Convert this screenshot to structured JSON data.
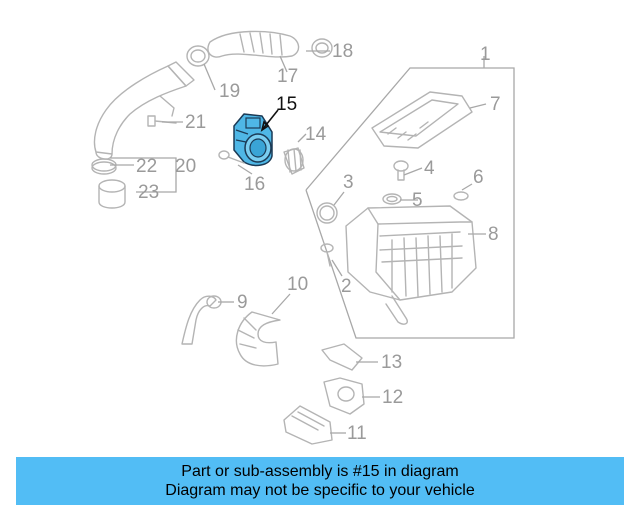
{
  "diagram": {
    "highlight_color": "#4fb7e6",
    "callouts": {
      "c1": "1",
      "c2": "2",
      "c3": "3",
      "c4": "4",
      "c5": "5",
      "c6": "6",
      "c7": "7",
      "c8": "8",
      "c9": "9",
      "c10": "10",
      "c11": "11",
      "c12": "12",
      "c13": "13",
      "c14": "14",
      "c15": "15",
      "c16": "16",
      "c17": "17",
      "c18": "18",
      "c19": "19",
      "c20": "20",
      "c21": "21",
      "c22": "22",
      "c23": "23"
    },
    "highlighted_part": "15"
  },
  "caption": {
    "line1": "Part or sub-assembly is #15 in diagram",
    "line2": "Diagram may not be specific to your vehicle",
    "background": "#52bdf5"
  }
}
